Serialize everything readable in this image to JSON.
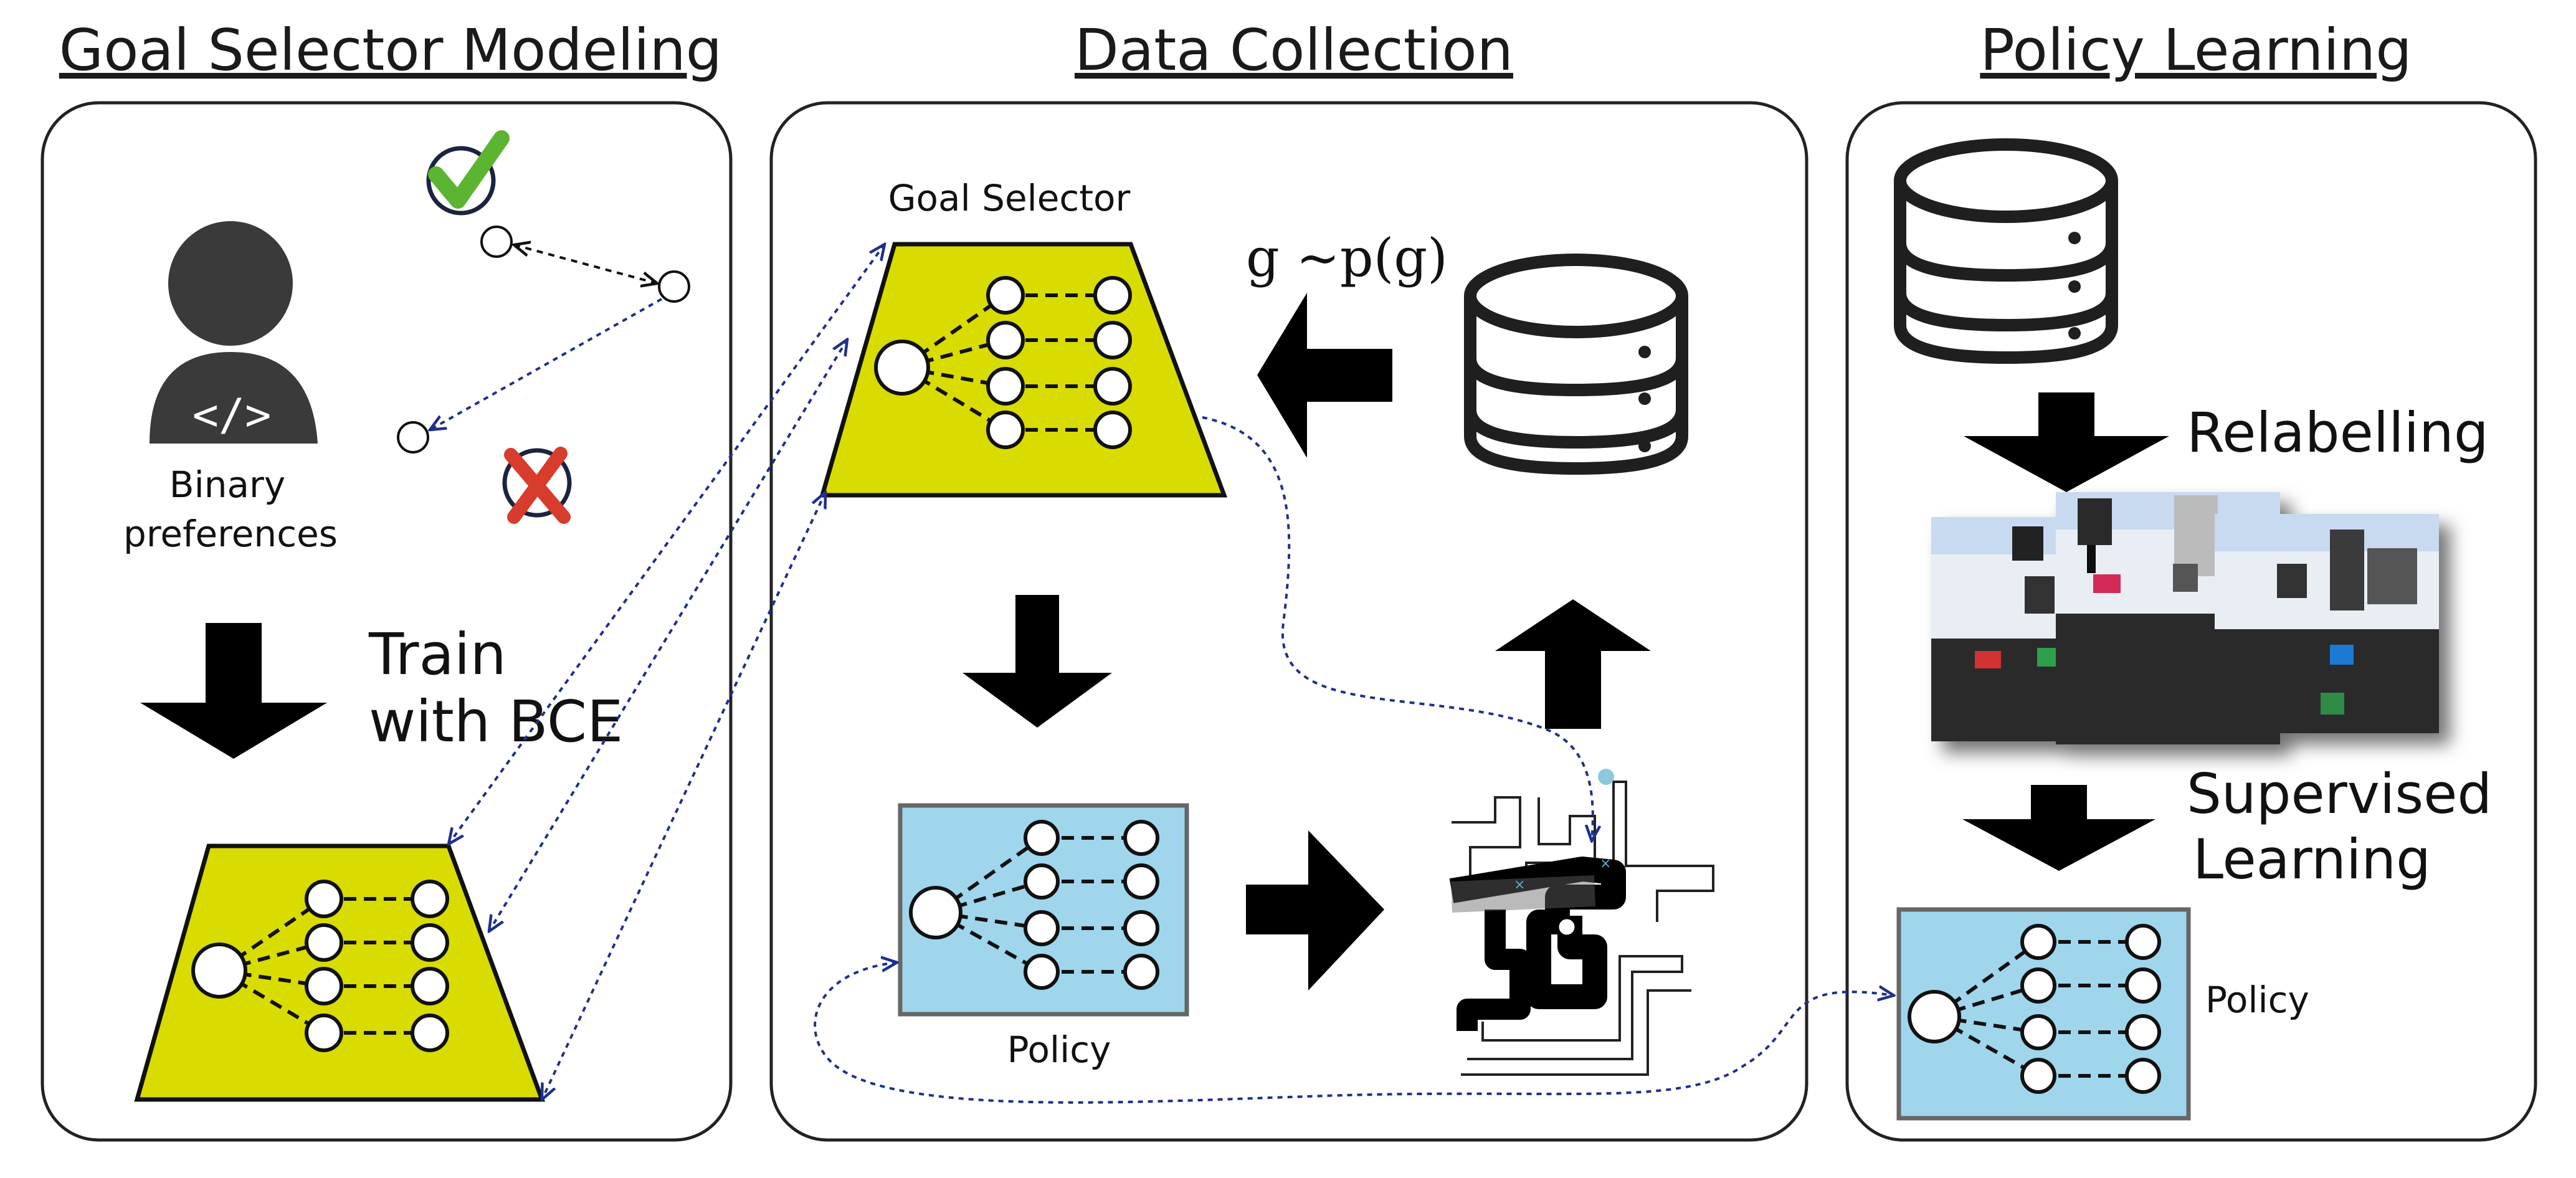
{
  "sections": {
    "goal_selector_modeling": {
      "title": "Goal Selector Modeling",
      "user_caption_line1": "Binary",
      "user_caption_line2": "preferences",
      "code_glyph": "</>",
      "train_line1": "Train",
      "train_line2": "with BCE"
    },
    "data_collection": {
      "title": "Data Collection",
      "goal_selector_label": "Goal Selector",
      "sampling_formula": "g ~p(g)",
      "policy_label": "Policy"
    },
    "policy_learning": {
      "title": "Policy Learning",
      "relabelling_label": "Relabelling",
      "supervised_line1": "Supervised",
      "supervised_line2": "Learning",
      "policy_label": "Policy"
    }
  },
  "icons": [
    "user-icon",
    "checkmark-icon",
    "cross-icon",
    "database-icon",
    "arrow-icon",
    "network-icon",
    "maze-icon",
    "robot-scene-icon"
  ],
  "colors": {
    "goal_selector_fill": "#d8dc00",
    "policy_fill": "#9fd6ec",
    "check_green": "#5cb531",
    "cross_red": "#d73c2c",
    "link_blue": "#1f2f8c",
    "panel_border": "#222222"
  }
}
